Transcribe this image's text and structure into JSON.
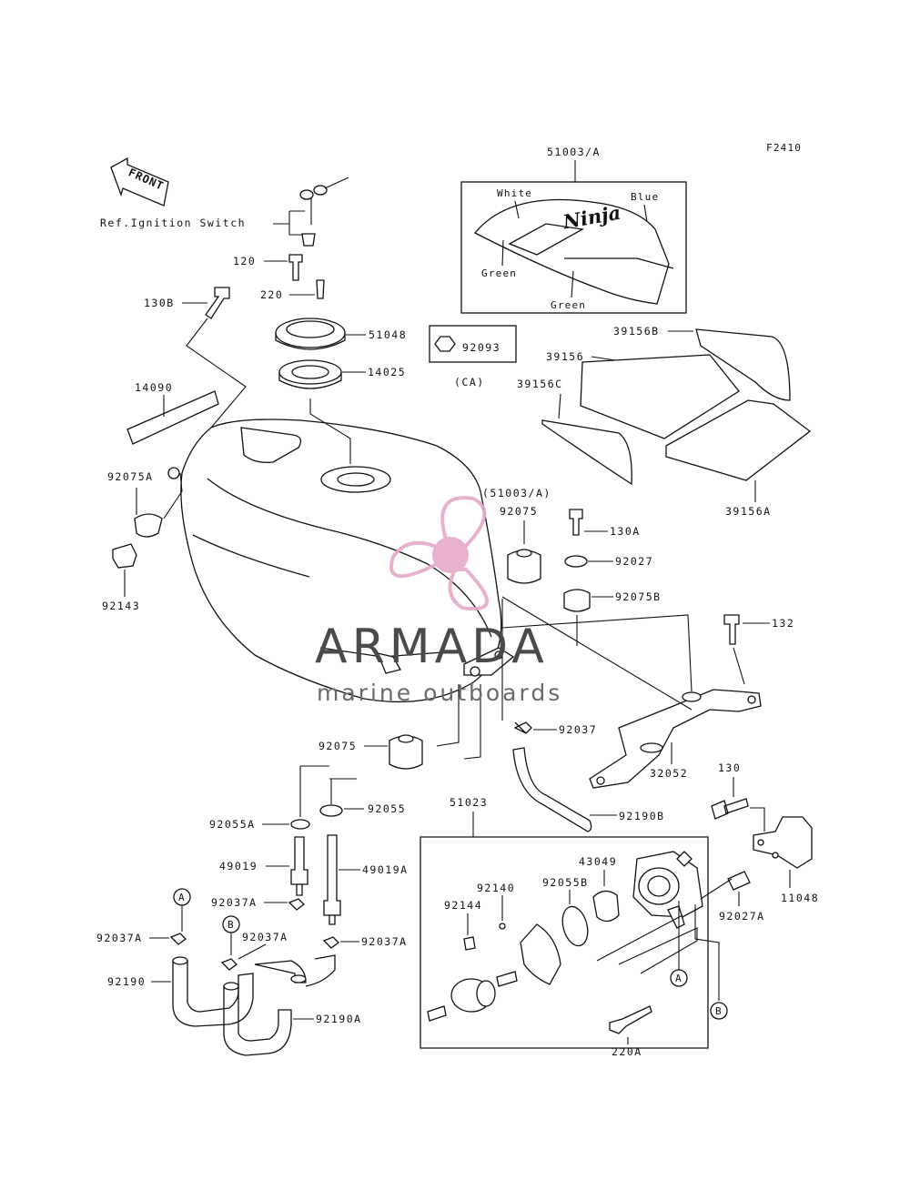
{
  "figure_code": "F2410",
  "front_label": "FRONT",
  "ref_label": "Ref.Ignition Switch",
  "decal_group": {
    "title": "51003/A",
    "colors": [
      "White",
      "Blue",
      "Green",
      "Green"
    ],
    "logo_text": "Ninja"
  },
  "ca_label": "(CA)",
  "tank_ref": "(51003/A)",
  "callouts": {
    "c120": "120",
    "c220": "220",
    "c130B": "130B",
    "c51048": "51048",
    "c14025": "14025",
    "c92093": "92093",
    "c14090": "14090",
    "c92075A": "92075A",
    "c92143": "92143",
    "c92075": "92075",
    "c130A": "130A",
    "c92027": "92027",
    "c92075B": "92075B",
    "c132": "132",
    "c39156B": "39156B",
    "c39156": "39156",
    "c39156C": "39156C",
    "c39156A": "39156A",
    "c92075b": "92075",
    "c92037": "92037",
    "c32052": "32052",
    "c92055": "92055",
    "c92055A": "92055A",
    "c92190B": "92190B",
    "c51023": "51023",
    "c130": "130",
    "c49019": "49019",
    "c49019A": "49019A",
    "c43049": "43049",
    "c92140": "92140",
    "c92055B": "92055B",
    "c92144": "92144",
    "c11048": "11048",
    "c92037A_a": "92037A",
    "c92037A_b": "92037A",
    "c92037A_c": "92037A",
    "c92037A_d": "92037A",
    "c92027A": "92027A",
    "c92190": "92190",
    "c92190A": "92190A",
    "c220A": "220A"
  },
  "markers": {
    "a": "A",
    "b": "B"
  },
  "watermark": {
    "brand": "ARMADA",
    "tagline": "marine outboards",
    "colors": {
      "pink": "#e6a9c8",
      "pink_light": "#f3d3e3",
      "text": "#4a4a4a"
    }
  }
}
